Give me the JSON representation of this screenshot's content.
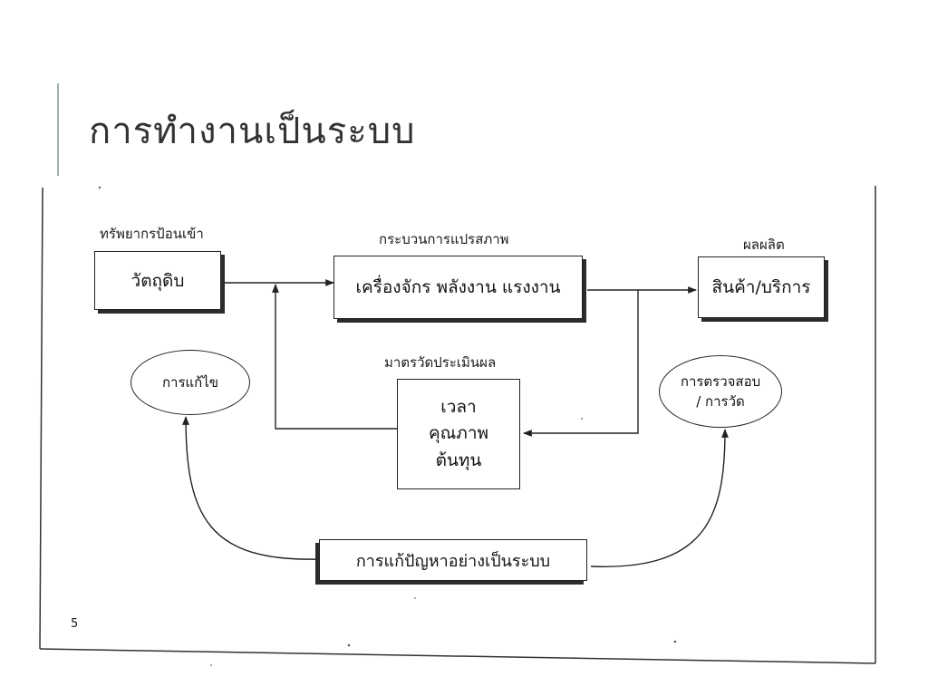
{
  "slide": {
    "title": "การทำงานเป็นระบบ",
    "page_number": "5"
  },
  "diagram": {
    "input_heading": "ทรัพยากรป้อนเข้า",
    "input_box": "วัตถุดิบ",
    "process_heading": "กระบวนการแปรสภาพ",
    "process_box": "เครื่องจักร  พลังงาน  แรงงาน",
    "output_heading": "ผลผลิต",
    "output_box": "สินค้า/บริการ",
    "measure_heading": "มาตรวัดประเมินผล",
    "measure_lines": [
      "เวลา",
      "คุณภาพ",
      "ต้นทุน"
    ],
    "correction_oval": "การแก้ไข",
    "inspection_lines": [
      "การตรวจสอบ",
      "/ การวัด"
    ],
    "system_box": "การแก้ปัญหาอย่างเป็นระบบ"
  }
}
